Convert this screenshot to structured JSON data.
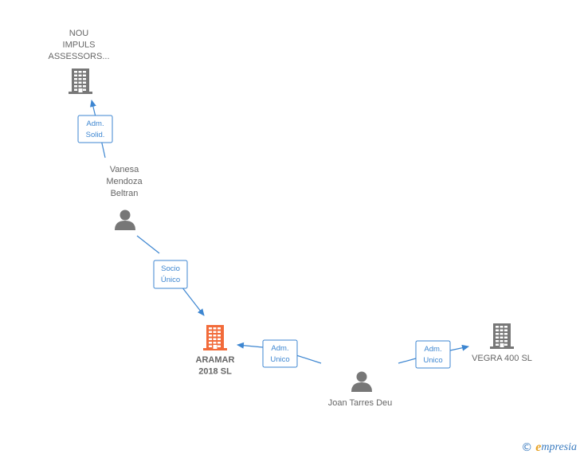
{
  "colors": {
    "edge": "#3d86d1",
    "company": "#777777",
    "main_company": "#f26b3a",
    "person": "#777777",
    "label": "#666666",
    "brand": "#3a7bbf",
    "brand_accent": "#e8a224"
  },
  "nodes": [
    {
      "id": "nou",
      "type": "company",
      "icon": "building-icon",
      "label_lines": [
        "NOU",
        "IMPULS",
        "ASSESSORS..."
      ]
    },
    {
      "id": "vanesa",
      "type": "person",
      "icon": "person-icon",
      "label_lines": [
        "Vanesa",
        "Mendoza",
        "Beltran"
      ]
    },
    {
      "id": "aramar",
      "type": "main-company",
      "icon": "building-icon",
      "label_lines": [
        "ARAMAR",
        "2018  SL"
      ]
    },
    {
      "id": "joan",
      "type": "person",
      "icon": "person-icon",
      "label_lines": [
        "Joan Tarres Deu"
      ]
    },
    {
      "id": "vegra",
      "type": "company",
      "icon": "building-icon",
      "label_lines": [
        "VEGRA 400  SL"
      ]
    }
  ],
  "edges": [
    {
      "id": "e1",
      "from": "vanesa",
      "to": "nou",
      "label_lines": [
        "Adm.",
        "Solid."
      ]
    },
    {
      "id": "e2",
      "from": "vanesa",
      "to": "aramar",
      "label_lines": [
        "Socio",
        "Único"
      ]
    },
    {
      "id": "e3",
      "from": "joan",
      "to": "aramar",
      "label_lines": [
        "Adm.",
        "Unico"
      ]
    },
    {
      "id": "e4",
      "from": "joan",
      "to": "vegra",
      "label_lines": [
        "Adm.",
        "Unico"
      ]
    }
  ],
  "footer": {
    "copyright_symbol": "©",
    "brand_initial": "e",
    "brand_rest": "mpresia"
  }
}
